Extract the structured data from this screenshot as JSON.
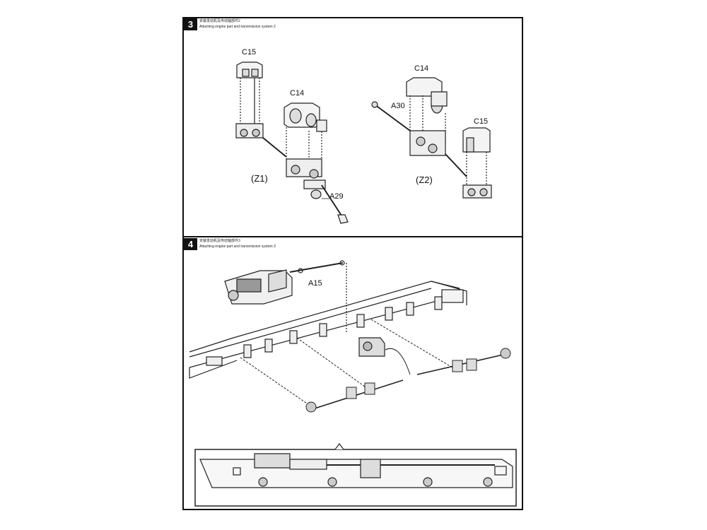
{
  "steps": [
    {
      "number": "3",
      "caption_cn": "安装发动机及传动轴部件2",
      "caption_en": "Attaching engine part and transmission system 2",
      "callouts": [
        "C15",
        "C14",
        "A29",
        "C14",
        "A30",
        "C15"
      ],
      "variants": [
        "(Z1)",
        "(Z2)"
      ]
    },
    {
      "number": "4",
      "caption_cn": "安装发动机及传动轴部件3",
      "caption_en": "Attaching engine part and transmission system 3",
      "callouts": [
        "A15"
      ]
    }
  ]
}
